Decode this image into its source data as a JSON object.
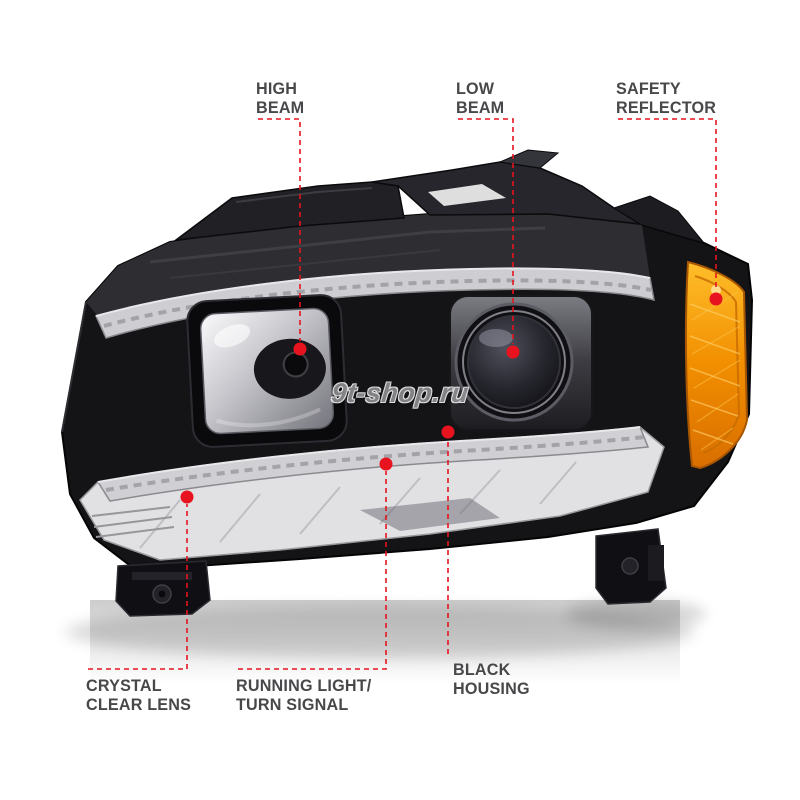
{
  "watermark": {
    "text": "9t-shop.ru"
  },
  "callouts": {
    "high_beam": {
      "label": "HIGH\nBEAM"
    },
    "low_beam": {
      "label": "LOW\nBEAM"
    },
    "safety_reflector": {
      "label": "SAFETY\nREFLECTOR"
    },
    "crystal_clear_lens": {
      "label": "CRYSTAL\nCLEAR LENS"
    },
    "running_light_turn_signal": {
      "label": "RUNNING LIGHT/\nTURN SIGNAL"
    },
    "black_housing": {
      "label": "BLACK\nHOUSING"
    }
  },
  "colors": {
    "callout_accent": "#e7131f",
    "label_text": "#48484b",
    "reflector_amber": "#f18e00",
    "housing_black": "#141417",
    "background": "#ffffff"
  }
}
